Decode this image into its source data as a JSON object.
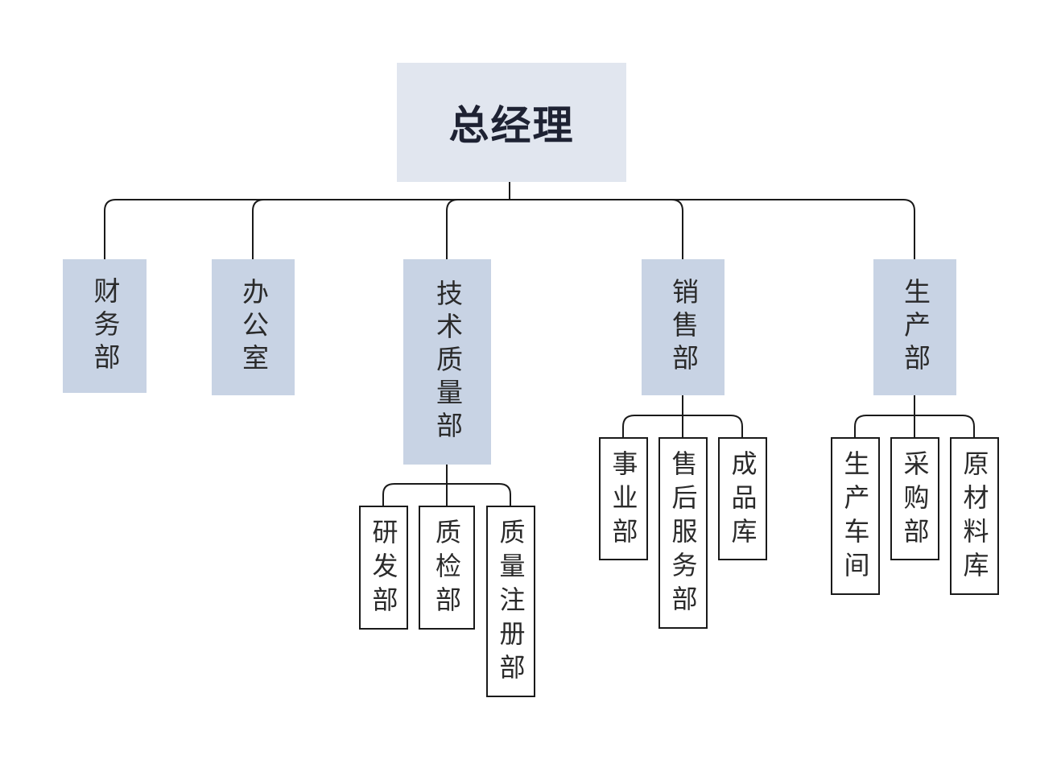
{
  "root": {
    "label": "总经理"
  },
  "departments": [
    {
      "label": "财务部",
      "subs": []
    },
    {
      "label": "办公室",
      "subs": []
    },
    {
      "label": "技术质量部",
      "subs": [
        "研发部",
        "质检部",
        "质量注册部"
      ]
    },
    {
      "label": "销售部",
      "subs": [
        "事业部",
        "售后服务部",
        "成品库"
      ]
    },
    {
      "label": "生产部",
      "subs": [
        "生产车间",
        "采购部",
        "原材料库"
      ]
    }
  ],
  "colors": {
    "root_fill": "#e1e6ef",
    "dept_fill": "#c8d3e4",
    "line": "#1a1a1a"
  }
}
